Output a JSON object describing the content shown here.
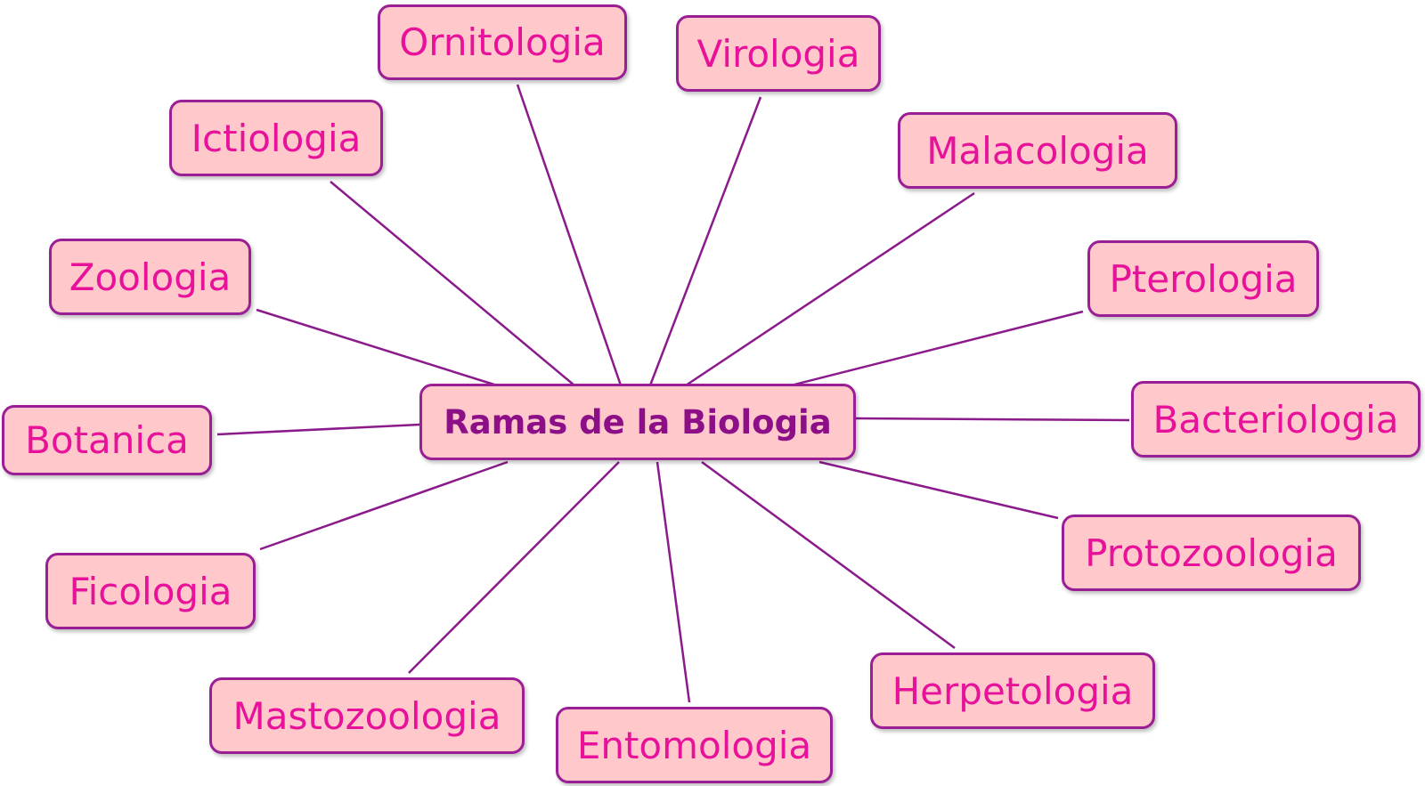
{
  "diagram": {
    "center": "Ramas de la Biologia",
    "branches": [
      "Ornitologia",
      "Virologia",
      "Ictiologia",
      "Malacologia",
      "Zoologia",
      "Pterologia",
      "Botanica",
      "Bacteriologia",
      "Protozoologia",
      "Ficologia",
      "Herpetologia",
      "Mastozoologia",
      "Entomologia"
    ]
  },
  "colors": {
    "node_fill": "#ffc9cc",
    "node_border": "#9b1f94",
    "branch_text": "#e8129a",
    "center_text": "#8c0f87",
    "connector": "#8b1a8b"
  }
}
